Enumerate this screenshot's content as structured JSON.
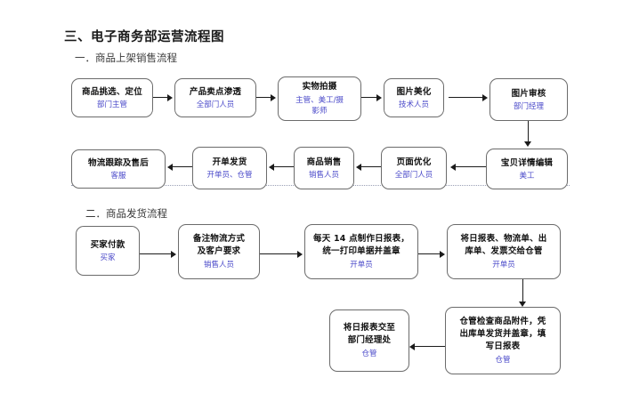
{
  "document": {
    "title": "三、电子商务部运营流程图"
  },
  "sections": [
    {
      "id": "section-1",
      "heading": "一．商品上架销售流程"
    },
    {
      "id": "section-2",
      "heading": "二．商品发货流程"
    }
  ],
  "colors": {
    "role_text": "#4a49c9",
    "node_border": "#6b6b6b",
    "connector": "#1b1b1b",
    "dotted_guide": "#9aa0b5",
    "background": "#ffffff"
  },
  "flow1": {
    "row1": [
      {
        "name": "node-goods-select",
        "main": "商品挑选、定位",
        "role": "部门主管"
      },
      {
        "name": "node-selling-point",
        "main": "产品卖点渗透",
        "role": "全部门人员"
      },
      {
        "name": "node-photo-shoot",
        "main": "实物拍摄",
        "role": "主管、美工/摄\n影师"
      },
      {
        "name": "node-photo-retouch",
        "main": "图片美化",
        "role": "技术人员"
      },
      {
        "name": "node-photo-review",
        "main": "图片审核",
        "role": "部门经理"
      }
    ],
    "row2": [
      {
        "name": "node-logistics-aftersale",
        "main": "物流跟踪及售后",
        "role": "客服"
      },
      {
        "name": "node-invoice-ship",
        "main": "开单发货",
        "role": "开单员、仓管"
      },
      {
        "name": "node-product-sales",
        "main": "商品销售",
        "role": "销售人员"
      },
      {
        "name": "node-page-optimize",
        "main": "页面优化",
        "role": "全部门人员"
      },
      {
        "name": "node-listing-edit",
        "main": "宝贝详情编辑",
        "role": "美工"
      }
    ]
  },
  "flow2": {
    "row1": [
      {
        "name": "node-buyer-payment",
        "main": "买家付款",
        "role": "买家"
      },
      {
        "name": "node-logistics-note",
        "main": "备注物流方式\n及客户要求",
        "role": "销售人员"
      },
      {
        "name": "node-daily-report",
        "main": "每天 14 点制作日报表，\n统一打印单据并盖章",
        "role": "开单员"
      },
      {
        "name": "node-handover-docs",
        "main": "将日报表、物流单、出\n库单、发票交给仓管",
        "role": "开单员"
      }
    ],
    "row2": [
      {
        "name": "node-submit-report",
        "main": "将日报表交至\n部门经理处",
        "role": "仓管"
      },
      {
        "name": "node-warehouse-check",
        "main": "仓管检查商品附件，凭\n出库单发货并盖章，填\n写日报表",
        "role": "仓管"
      }
    ]
  }
}
